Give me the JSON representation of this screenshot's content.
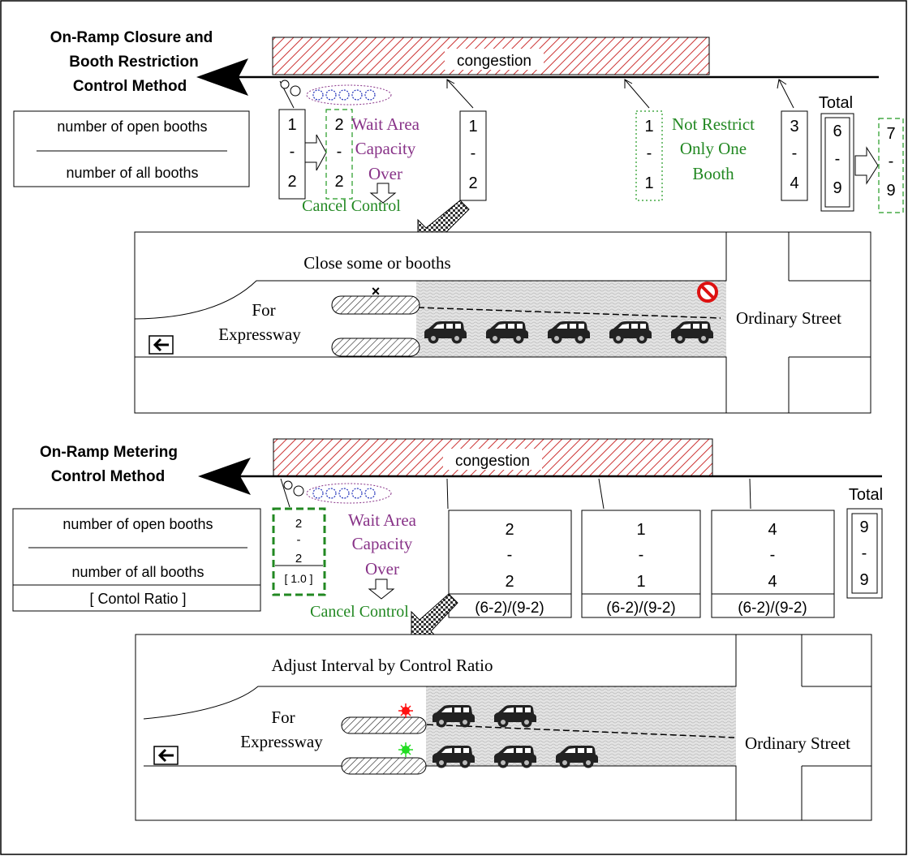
{
  "section1": {
    "title_lines": [
      "On-Ramp Closure and",
      "Booth Restriction",
      "Control Method"
    ],
    "congestion_label": "congestion",
    "legend": {
      "top": "number of open booths",
      "bottom": "number of  all booths"
    },
    "ramp_a_before": [
      "1",
      "-",
      "2"
    ],
    "ramp_a_after": [
      "2",
      "-",
      "2"
    ],
    "wait_area_lines": [
      "Wait Area",
      "Capacity",
      "Over"
    ],
    "cancel_control": "Cancel Control",
    "ramp_b": [
      "1",
      "-",
      "2"
    ],
    "ramp_c": [
      "1",
      "-",
      "1"
    ],
    "not_restrict_lines": [
      "Not Restrict",
      "Only One",
      "Booth"
    ],
    "ramp_d": [
      "3",
      "-",
      "4"
    ],
    "total_label": "Total",
    "total_before": [
      "6",
      "-",
      "9"
    ],
    "total_after": [
      "7",
      "-",
      "9"
    ],
    "detail": {
      "header": "Close some or booths",
      "for_expressway": [
        "For",
        "Expressway"
      ],
      "ordinary_street": "Ordinary Street",
      "closed_mark": "×"
    }
  },
  "section2": {
    "title_lines": [
      "On-Ramp Metering",
      "Control Method"
    ],
    "congestion_label": "congestion",
    "legend": {
      "top": "number of open booths",
      "bottom": "number of  all booths",
      "ratio": "[ Contol Ratio ]"
    },
    "ramp_a": [
      "2",
      "-",
      "2"
    ],
    "ramp_a_ratio": "[ 1.0 ]",
    "wait_area_lines": [
      "Wait Area",
      "Capacity",
      "Over"
    ],
    "cancel_control": "Cancel Control",
    "ramp_b": [
      "2",
      "-",
      "2"
    ],
    "ramp_b_ratio": "(6-2)/(9-2)",
    "ramp_c": [
      "1",
      "-",
      "1"
    ],
    "ramp_c_ratio": "(6-2)/(9-2)",
    "ramp_d": [
      "4",
      "-",
      "4"
    ],
    "ramp_d_ratio": "(6-2)/(9-2)",
    "total_label": "Total",
    "total": [
      "9",
      "-",
      "9"
    ],
    "detail": {
      "header": "Adjust Interval by Control Ratio",
      "for_expressway": [
        "For",
        "Expressway"
      ],
      "ordinary_street": "Ordinary Street"
    }
  },
  "colors": {
    "congestion": "#cc3333",
    "green_text": "#228822",
    "purple_text": "#883388",
    "queue_blue": "#2233bb",
    "red_signal": "#ff1111",
    "green_signal": "#22dd22",
    "no_entry": "#dd1111"
  }
}
